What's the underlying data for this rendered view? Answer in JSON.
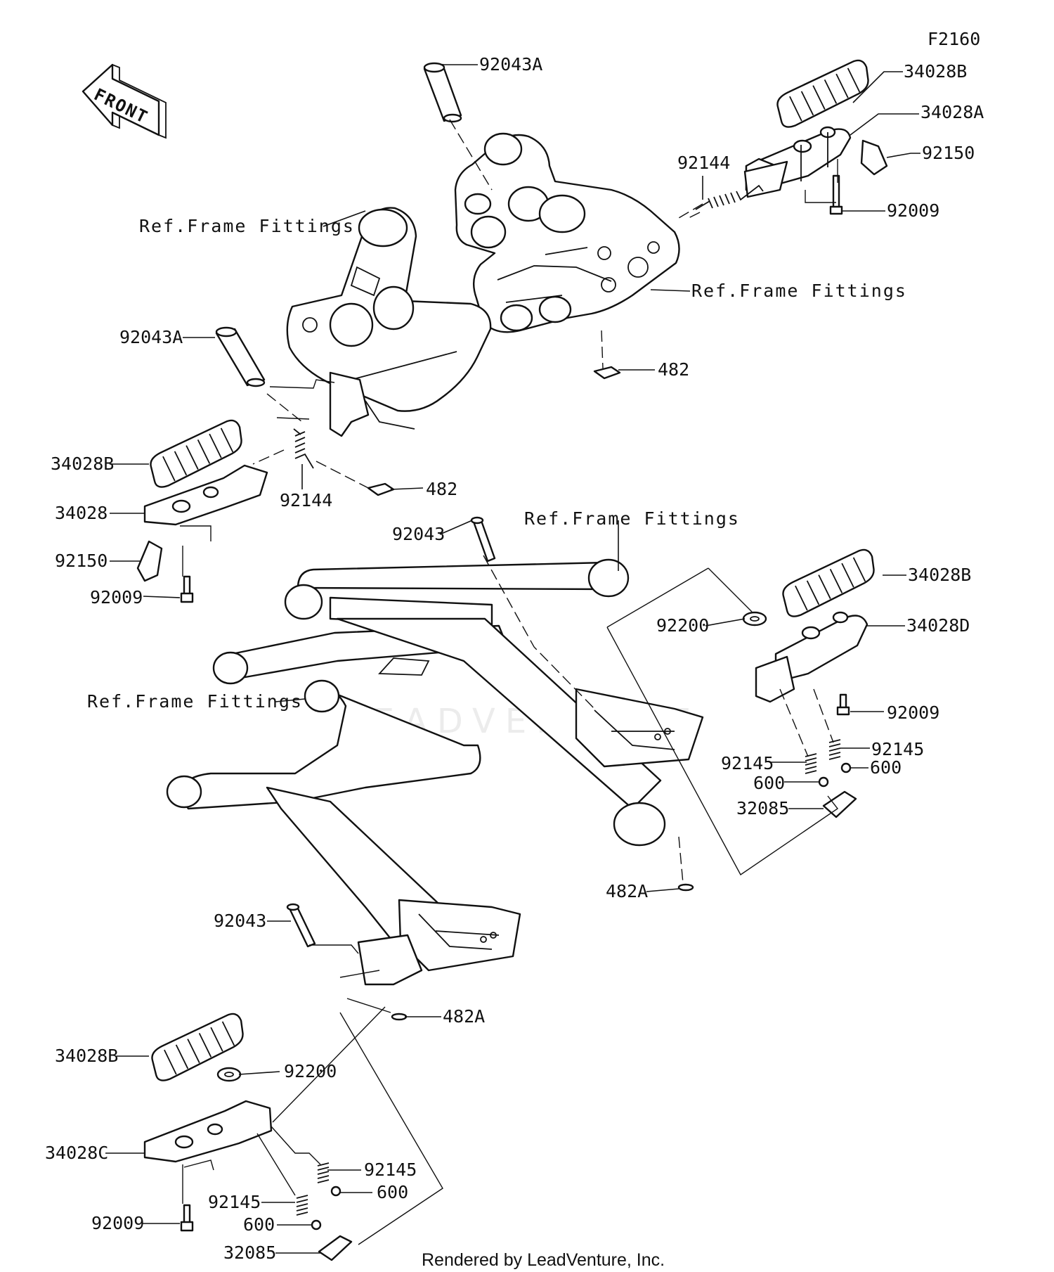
{
  "diagram": {
    "code": "F2160",
    "front_label": "FRONT",
    "footer": "Rendered by LeadVenture, Inc.",
    "watermark": "LEADVENTURE"
  },
  "labels": {
    "l_92043A_top": "92043A",
    "l_34028B_tr": "34028B",
    "l_34028A": "34028A",
    "l_92150_tr": "92150",
    "l_92144_tr": "92144",
    "l_92009_tr": "92009",
    "l_ref_left": "Ref.Frame Fittings",
    "l_ref_right": "Ref.Frame Fittings",
    "l_92043A_left": "92043A",
    "l_482_top": "482",
    "l_34028B_l": "34028B",
    "l_34028": "34028",
    "l_92144_l": "92144",
    "l_482_mid": "482",
    "l_92150_l": "92150",
    "l_92009_l": "92009",
    "l_92043_mid": "92043",
    "l_ref_center": "Ref.Frame Fittings",
    "l_34028B_r": "34028B",
    "l_34028D": "34028D",
    "l_92200_r": "92200",
    "l_ref_frame_left": "Ref.Frame Fittings",
    "l_92009_r": "92009",
    "l_92145_r1": "92145",
    "l_92145_r2": "92145",
    "l_600_r1": "600",
    "l_600_r2": "600",
    "l_32085_r": "32085",
    "l_482A_r": "482A",
    "l_92043_bot": "92043",
    "l_482A_bot": "482A",
    "l_34028B_bl": "34028B",
    "l_92200_b": "92200",
    "l_34028C": "34028C",
    "l_92145_b1": "92145",
    "l_92145_b2": "92145",
    "l_600_b1": "600",
    "l_600_b2": "600",
    "l_92009_b": "92009",
    "l_32085_b": "32085"
  }
}
